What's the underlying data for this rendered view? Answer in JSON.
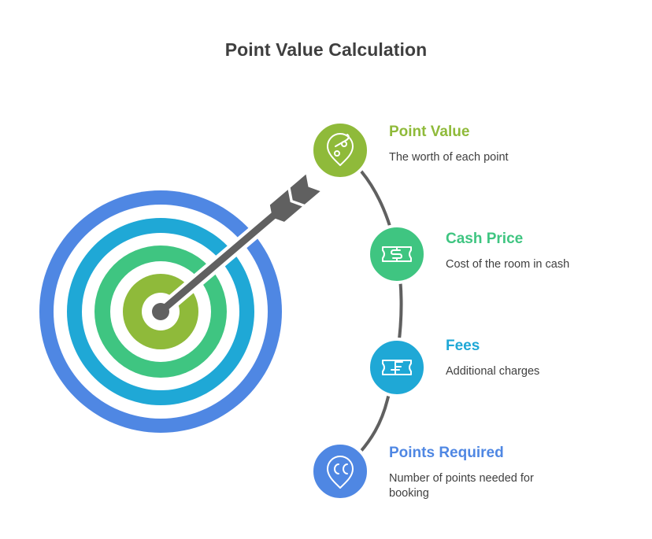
{
  "title": "Point Value Calculation",
  "colors": {
    "point_value": "#8fba3a",
    "cash_price": "#3fc581",
    "fees": "#1fa8d6",
    "points_required": "#4f87e3",
    "arrow": "#606060",
    "text": "#3f3f3f"
  },
  "target": {
    "rings": [
      "#4f87e3",
      "#1fa8d6",
      "#3fc581",
      "#8fba3a"
    ]
  },
  "steps": [
    {
      "key": "point_value",
      "title": "Point Value",
      "description": "The worth of each point",
      "icon": "price-tag-icon"
    },
    {
      "key": "cash_price",
      "title": "Cash Price",
      "description": "Cost of the room in cash",
      "icon": "dollar-bill-icon"
    },
    {
      "key": "fees",
      "title": "Fees",
      "description": "Additional charges",
      "icon": "franc-bill-icon"
    },
    {
      "key": "points_required",
      "title": "Points Required",
      "description": "Number of points needed for booking",
      "icon": "coins-tag-icon"
    }
  ]
}
